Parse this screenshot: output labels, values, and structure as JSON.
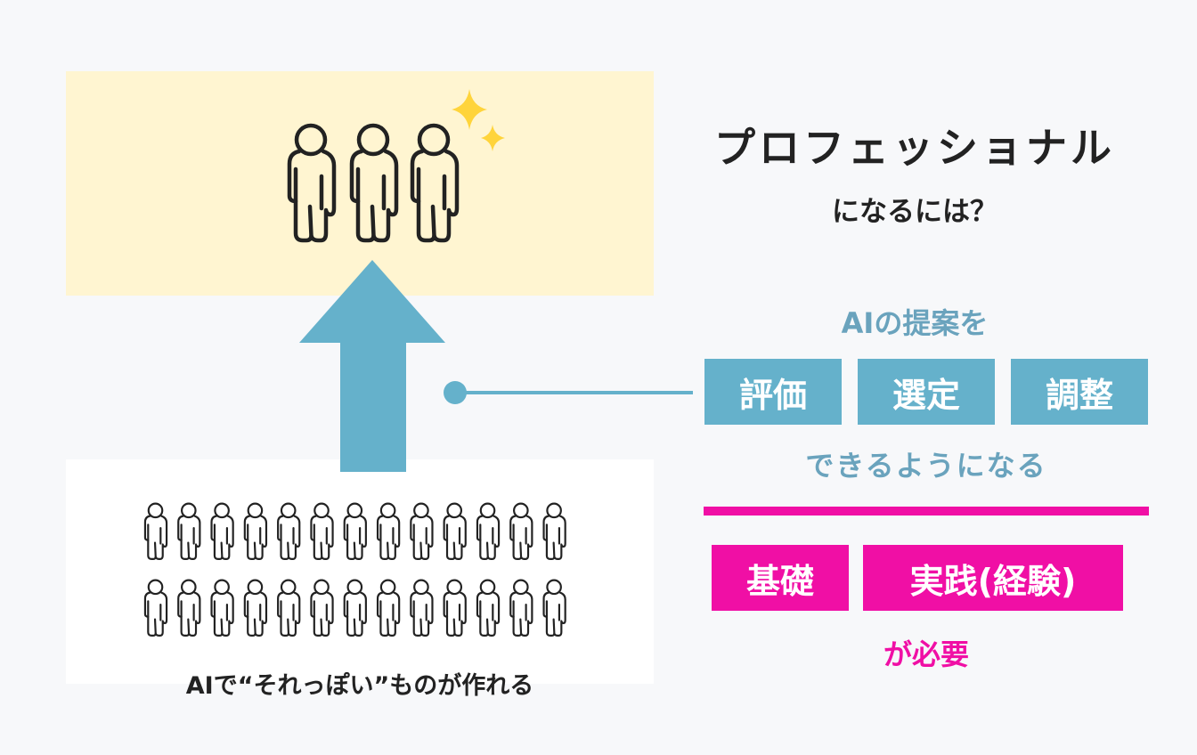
{
  "title": "プロフェッショナル",
  "subtitle": "になるには？",
  "lead": "AIの提案を",
  "skills": [
    "評価",
    "選定",
    "調整"
  ],
  "skills_after": "できるようになる",
  "requirements": [
    "基礎",
    "実践(経験)"
  ],
  "requirements_after": "が必要",
  "bottom_caption": "AIで“それっぽい”ものが作れる",
  "colors": {
    "blue": "#65b1cb",
    "pink": "#f00fa5",
    "yellow_bg": "#fff5d1",
    "star": "#ffd43b"
  }
}
